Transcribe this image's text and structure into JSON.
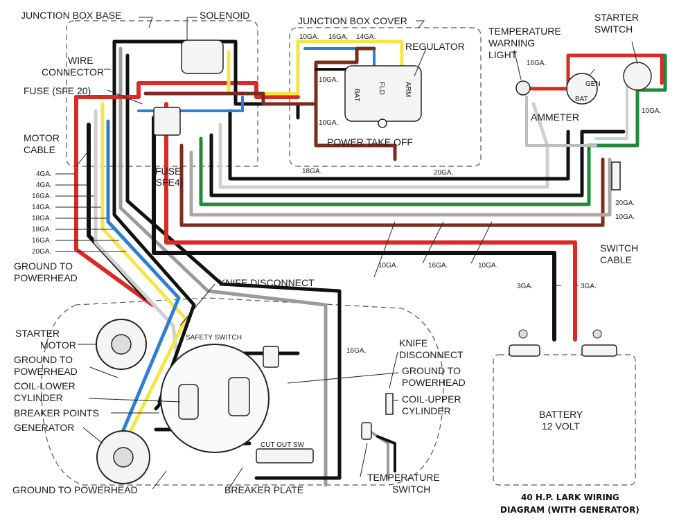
{
  "colors": {
    "red": "#d92b25",
    "black": "#111111",
    "yellow": "#f2e64a",
    "blue": "#2f7fd0",
    "green": "#1f8a3a",
    "brown": "#7a2c1e",
    "white_wire": "#d0d0d0",
    "gray": "#9a9a9a"
  },
  "labels": {
    "junction_box_base": "JUNCTION BOX BASE",
    "solenoid": "SOLENOID",
    "junction_box_cover": "JUNCTION BOX COVER",
    "wire_connector_1": "WIRE",
    "wire_connector_2": "CONNECTOR",
    "fuse_sfe20": "FUSE (SFE 20)",
    "regulator": "REGULATOR",
    "reg_bat": "BAT",
    "reg_fld": "FLD",
    "reg_arm": "ARM",
    "power_take_off": "POWER TAKE OFF",
    "temp_warning_1": "TEMPERATURE",
    "temp_warning_2": "WARNING",
    "temp_warning_3": "LIGHT",
    "starter_switch_1": "STARTER",
    "starter_switch_2": "SWITCH",
    "ammeter": "AMMETER",
    "gen": "GEN",
    "bat": "BAT",
    "motor_cable_1": "MOTOR",
    "motor_cable_2": "CABLE",
    "fuse_sfe4_1": "FUSE",
    "fuse_sfe4_2": "(SFE4)",
    "switch_cable_1": "SWITCH",
    "switch_cable_2": "CABLE",
    "ground_to_powerhead_1a": "GROUND TO",
    "ground_to_powerhead_1b": "POWERHEAD",
    "knife_disconnect_top": "KNIFE DISCONNECT",
    "starter_motor_1": "STARTER",
    "starter_motor_2": "MOTOR",
    "ground_to_powerhead_2a": "GROUND TO",
    "ground_to_powerhead_2b": "POWERHEAD",
    "coil_lower_1": "COIL-LOWER",
    "coil_lower_2": "CYLINDER",
    "breaker_points": "BREAKER POINTS",
    "generator": "GENERATOR",
    "ground_to_powerhead_bottom": "GROUND TO POWERHEAD",
    "breaker_plate": "BREAKER PLATE",
    "safety_switch": "SAFETY SWITCH",
    "cut_out_sw": "CUT OUT SW",
    "knife_disconnect_right_1": "KNIFE",
    "knife_disconnect_right_2": "DISCONNECT",
    "ground_to_powerhead_3a": "GROUND TO",
    "ground_to_powerhead_3b": "POWERHEAD",
    "coil_upper_1": "COIL-UPPER",
    "coil_upper_2": "CYLINDER",
    "temperature_switch_1": "TEMPERATURE",
    "temperature_switch_2": "SWITCH",
    "battery_1": "BATTERY",
    "battery_2": "12 VOLT",
    "title_1": "40 H.P. LARK WIRING",
    "title_2": "DIAGRAM (WITH GENERATOR)"
  },
  "gauges": {
    "g_10ga_top": "10GA.",
    "g_16ga_top": "16GA.",
    "g_14ga_top": "14GA.",
    "g_10ga_reg1": "10GA.",
    "g_10ga_reg2": "10GA.",
    "g_16ga_temp": "16GA.",
    "g_10ga_starter": "10GA.",
    "g_18ga_mid": "18GA.",
    "g_20ga_mid": "20GA.",
    "g_20ga_right": "20GA.",
    "g_10ga_right": "10GA.",
    "g_10ga_low1": "10GA.",
    "g_16ga_low": "16GA.",
    "g_10ga_low2": "10GA.",
    "g_3ga_left": "3GA.",
    "g_3ga_right": "3GA.",
    "g_16ga_safety": "16GA.",
    "left_stack": [
      "4GA.",
      "4GA.",
      "16GA.",
      "14GA.",
      "18GA.",
      "18GA.",
      "16GA.",
      "20GA."
    ]
  }
}
